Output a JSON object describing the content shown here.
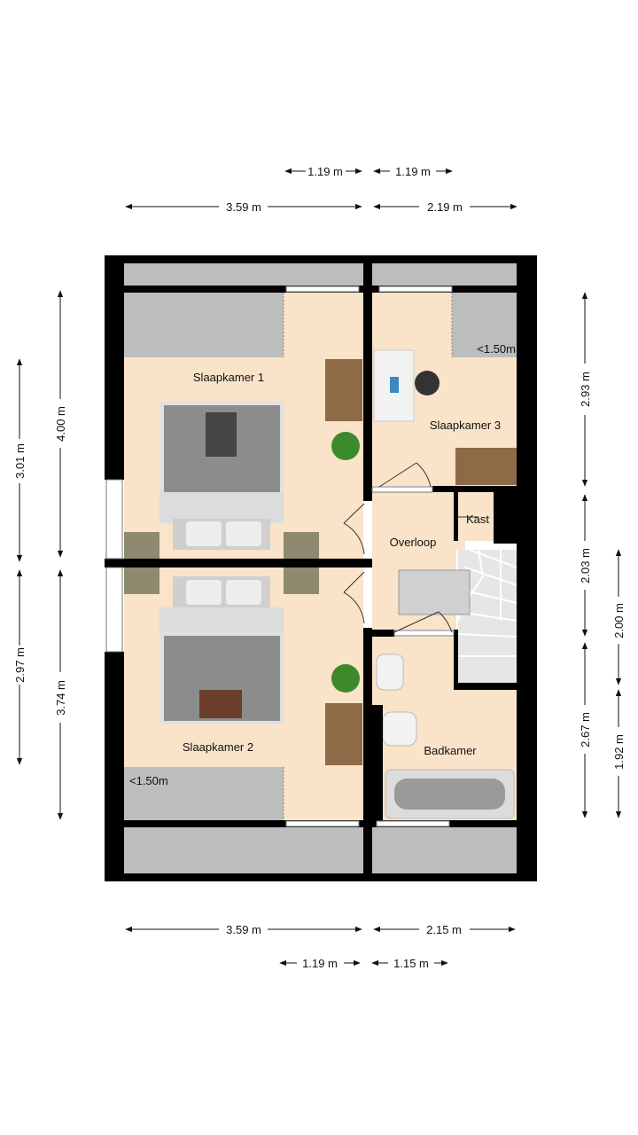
{
  "rooms": {
    "bedroom1": "Slaapkamer 1",
    "bedroom2": "Slaapkamer 2",
    "bedroom3": "Slaapkamer 3",
    "landing": "Overloop",
    "closet": "Kast",
    "bathroom": "Badkamer"
  },
  "height_notes": {
    "bedroom3": "<1.50m",
    "bedroom2": "<1.50m"
  },
  "dimensions": {
    "top_inner_left": "1.19 m",
    "top_inner_right": "1.19 m",
    "top_left": "3.59 m",
    "top_right": "2.19 m",
    "bottom_left": "3.59 m",
    "bottom_right": "2.15 m",
    "bottom_inner_left": "1.19 m",
    "bottom_inner_right": "1.15 m",
    "left_outer_top": "3.01 m",
    "left_outer_bottom": "2.97 m",
    "left_inner_top": "4.00 m",
    "left_inner_bottom": "3.74 m",
    "right_top": "2.93 m",
    "right_middle": "2.03 m",
    "right_bottom": "2.67 m",
    "right_outer_top": "2.00 m",
    "right_outer_bottom": "1.92 m"
  },
  "colors": {
    "wall": "#000000",
    "floor": "#f9e3c9",
    "low_ceiling": "#bdbdbd",
    "wood": "#8e6a46",
    "bed": "#8c8c8c",
    "plant": "#3d8a2a"
  }
}
